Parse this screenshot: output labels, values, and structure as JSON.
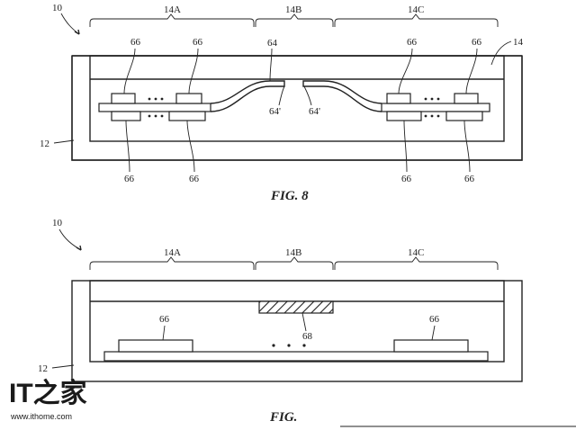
{
  "figure_top": {
    "caption": "FIG. 8",
    "labels": {
      "device": "10",
      "zone_a": "14A",
      "zone_b": "14B",
      "zone_c": "14C",
      "layer": "14",
      "housing": "12",
      "flex": "64",
      "flex_end_left": "64'",
      "flex_end_right": "64'",
      "component": "66"
    }
  },
  "figure_bottom": {
    "caption": "FIG.",
    "labels": {
      "device": "10",
      "zone_a": "14A",
      "zone_b": "14B",
      "zone_c": "14C",
      "housing": "12",
      "component": "66",
      "pad": "68"
    }
  },
  "watermark": {
    "logo": "IT之家",
    "url": "www.ithome.com"
  }
}
